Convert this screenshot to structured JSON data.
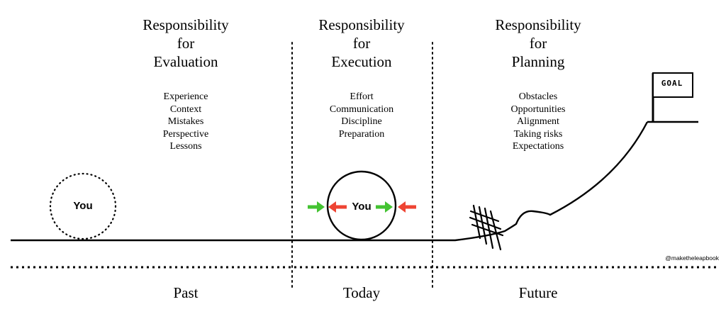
{
  "columns": [
    {
      "heading": [
        "Responsibility",
        "for",
        "Evaluation"
      ],
      "items": [
        "Experience",
        "Context",
        "Mistakes",
        "Perspective",
        "Lessons"
      ]
    },
    {
      "heading": [
        "Responsibility",
        "for",
        "Execution"
      ],
      "items": [
        "Effort",
        "Communication",
        "Discipline",
        "Preparation"
      ]
    },
    {
      "heading": [
        "Responsibility",
        "for",
        "Planning"
      ],
      "items": [
        "Obstacles",
        "Opportunities",
        "Alignment",
        "Taking risks",
        "Expectations"
      ]
    }
  ],
  "timeline": {
    "past": "Past",
    "today": "Today",
    "future": "Future"
  },
  "you_past": "You",
  "you_today": "You",
  "goal": "GOAL",
  "credit": "@maketheleapbook",
  "colors": {
    "green_arrow": "#44c332",
    "red_arrow": "#ee4433",
    "line": "#000000"
  }
}
